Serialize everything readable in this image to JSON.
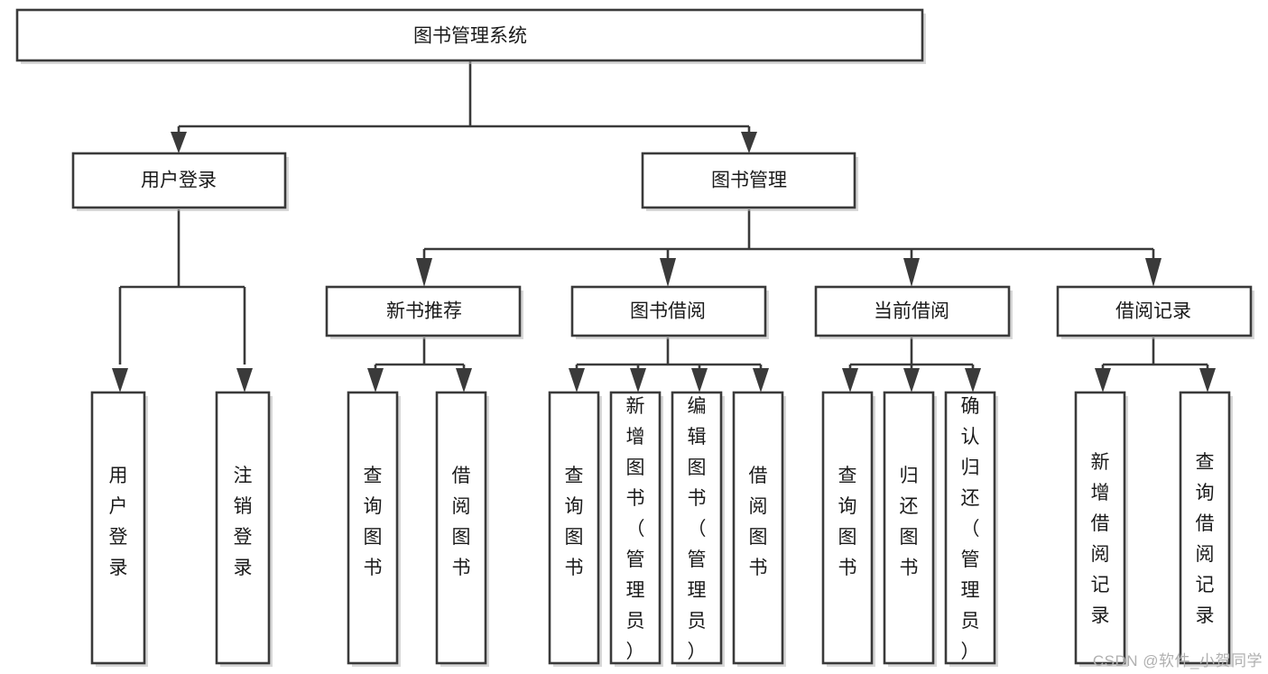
{
  "diagram": {
    "type": "tree",
    "title": "图书管理系统",
    "watermark": "CSDN @软件_小贺同学",
    "colors": {
      "stroke": "#3a3a3a",
      "fill": "#ffffff",
      "text": "#1a1a1a",
      "watermark": "#b0b0b0"
    },
    "levels": {
      "root": {
        "label": "图书管理系统"
      },
      "level2": [
        {
          "label": "用户登录"
        },
        {
          "label": "图书管理"
        }
      ],
      "level3": [
        {
          "label": "新书推荐"
        },
        {
          "label": "图书借阅"
        },
        {
          "label": "当前借阅"
        },
        {
          "label": "借阅记录"
        }
      ],
      "level4": [
        {
          "label": "用户登录",
          "parent": "用户登录"
        },
        {
          "label": "注销登录",
          "parent": "用户登录"
        },
        {
          "label": "查询图书",
          "parent": "新书推荐"
        },
        {
          "label": "借阅图书",
          "parent": "新书推荐"
        },
        {
          "label": "查询图书",
          "parent": "图书借阅"
        },
        {
          "label": "新增图书（管理员）",
          "parent": "图书借阅"
        },
        {
          "label": "编辑图书（管理员）",
          "parent": "图书借阅"
        },
        {
          "label": "借阅图书",
          "parent": "图书借阅"
        },
        {
          "label": "查询图书",
          "parent": "当前借阅"
        },
        {
          "label": "归还图书",
          "parent": "当前借阅"
        },
        {
          "label": "确认归还（管理员）",
          "parent": "当前借阅"
        },
        {
          "label": "新增借阅记录",
          "parent": "借阅记录"
        },
        {
          "label": "查询借阅记录",
          "parent": "借阅记录"
        }
      ]
    }
  }
}
